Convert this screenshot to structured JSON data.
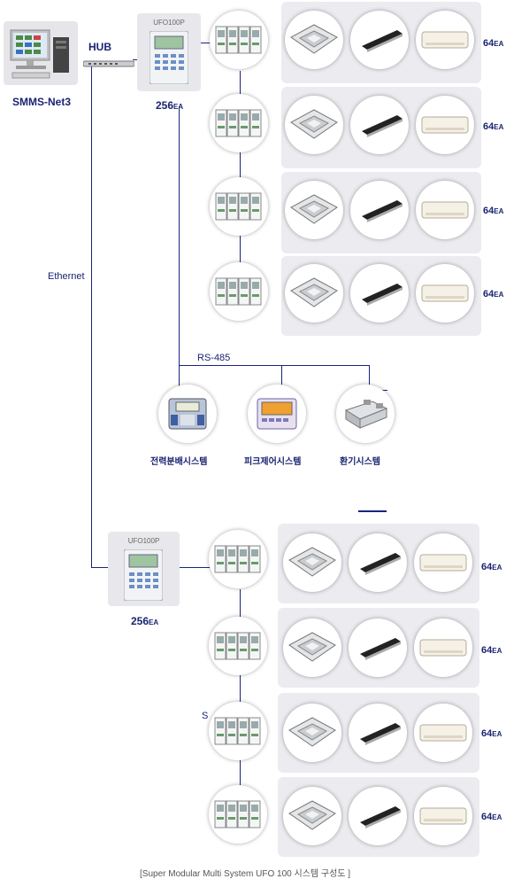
{
  "pc_label": "SMMS-Net3",
  "hub_label": "HUB",
  "ethernet_label": "Ethernet",
  "rs485_label": "RS-485",
  "s_label": "S",
  "top_controller": {
    "title": "UFO100P",
    "count": "256",
    "unit": "EA"
  },
  "bottom_controller": {
    "title": "UFO100P",
    "count": "256",
    "unit": "EA"
  },
  "row_count": {
    "num": "64",
    "unit": "EA"
  },
  "subsystems": [
    {
      "label": "전력분배시스템"
    },
    {
      "label": "피크제어시스템"
    },
    {
      "label": "환기시스템"
    }
  ],
  "caption": "[Super Modular Multi System UFO 100 시스템 구성도 ]",
  "colors": {
    "line": "#1a237e",
    "label": "#1a2370",
    "panel": "#ececf0"
  }
}
